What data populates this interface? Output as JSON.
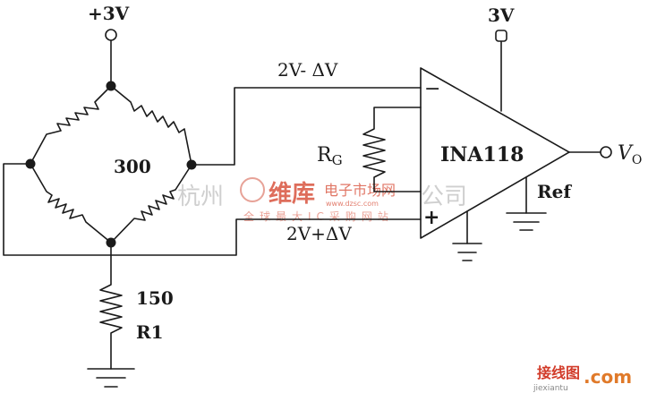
{
  "supply": {
    "top_label": "+3V",
    "opamp_label": "3V"
  },
  "bridge": {
    "resistance_label": "300"
  },
  "signals": {
    "minus_label": "2V- ΔV",
    "plus_label": "2V+ΔV"
  },
  "amplifier": {
    "name": "INA118",
    "minus_sign": "−",
    "plus_sign": "+",
    "ref_label": "Ref"
  },
  "gain_resistor": {
    "label_main": "R",
    "label_sub": "G"
  },
  "output": {
    "label_main": "V",
    "label_sub": "O"
  },
  "r1": {
    "value_label": "150",
    "name_label": "R1"
  },
  "watermarks": {
    "city_left": "杭州",
    "brand": "维库",
    "brand_sub": "电子市场网",
    "city_right": "公司",
    "site_url": "www.dzsc.com",
    "site_slogan": "全球最大IC采购网站",
    "corner_brand": "接线图",
    "corner_url": "jiexiantu",
    "corner_domain": ".com"
  },
  "colors": {
    "ink": "#1a1a1a",
    "watermark_red": "#d23c2a",
    "watermark_gray": "#c9c9c9"
  }
}
